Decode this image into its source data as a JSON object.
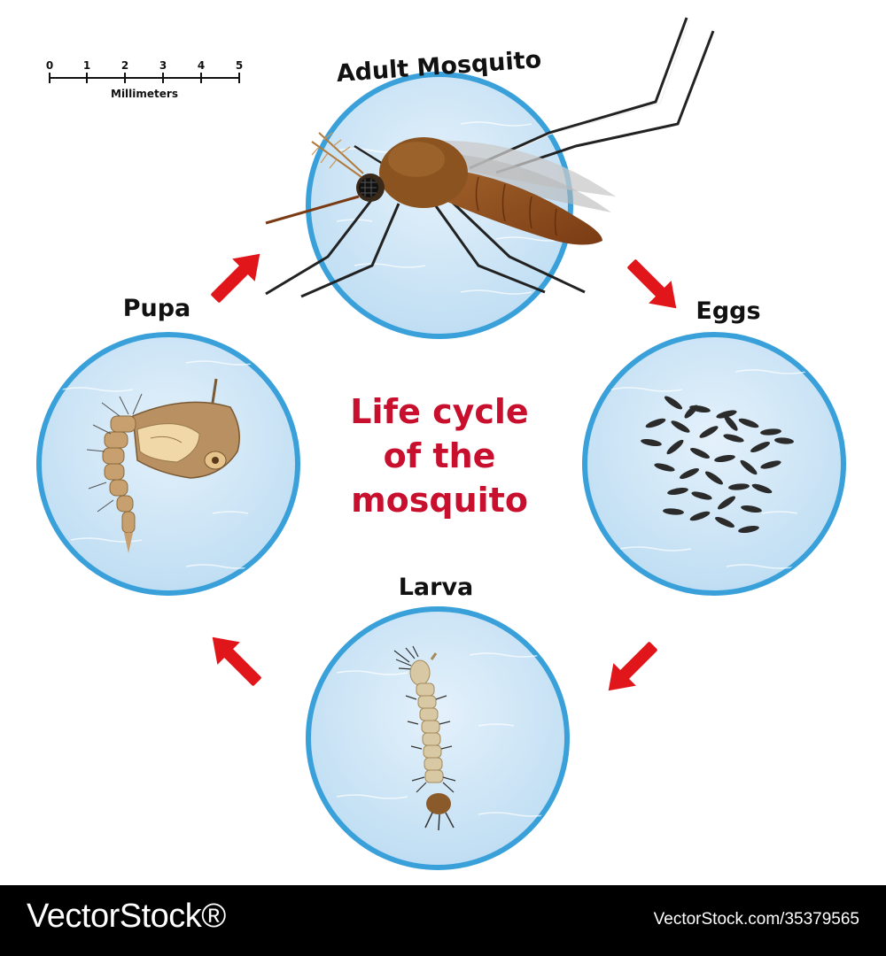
{
  "scale": {
    "ticks": [
      "0",
      "1",
      "2",
      "3",
      "4",
      "5"
    ],
    "unit": "Millimeters"
  },
  "title": {
    "line1": "Life cycle",
    "line2": "of the",
    "line3": "mosquito"
  },
  "stages": {
    "adult": "Adult Mosquito",
    "eggs": "Eggs",
    "larva": "Larva",
    "pupa": "Pupa"
  },
  "footer": {
    "brand": "VectorStock®",
    "image_id": "VectorStock.com/35379565"
  },
  "colors": {
    "circle_fill": "#cfe6f6",
    "circle_border": "#3aa0da",
    "arrow": "#e0161b",
    "title": "#c8102e"
  },
  "icons": [
    "adult-mosquito-illustration",
    "eggs-illustration",
    "larva-illustration",
    "pupa-illustration",
    "cycle-arrow-icon"
  ]
}
